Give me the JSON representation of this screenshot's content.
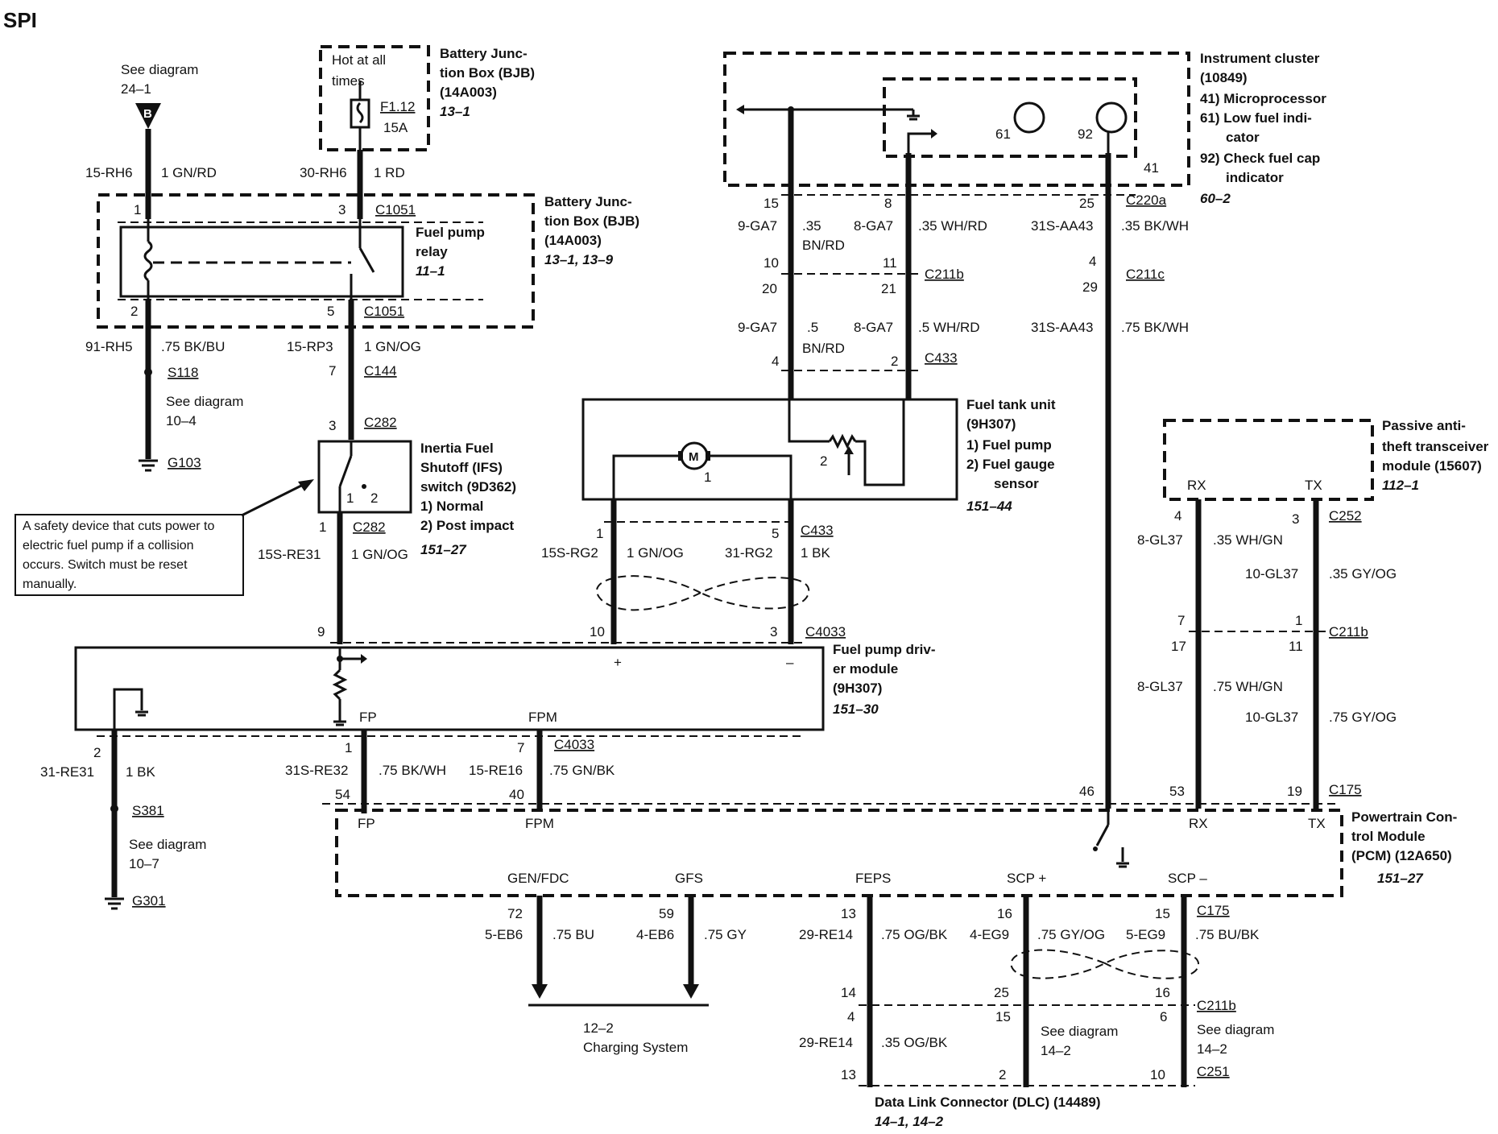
{
  "page_title": "SPI",
  "notes": {
    "safety_device": "A safety device that cuts power to electric fuel pump if a collision occurs. Switch must be reset manually."
  },
  "components": {
    "bjb_top": {
      "hot_text": "Hot at all",
      "hot_text2": "times",
      "fuse": "F1.12",
      "amps": "15A",
      "title1": "Battery Junc-",
      "title2": "tion Box (BJB)",
      "title3": "(14A003)",
      "ref": "13–1"
    },
    "bjb_relay": {
      "title1": "Battery Junc-",
      "title2": "tion Box (BJB)",
      "title3": "(14A003)",
      "ref": "13–1, 13–9",
      "relay1": "Fuel pump",
      "relay2": "relay",
      "relay_ref": "11–1"
    },
    "see_b": {
      "line1": "See diagram",
      "line2": "24–1",
      "letter": "B"
    },
    "ifs": {
      "t1": "Inertia Fuel",
      "t2": "Shutoff (IFS)",
      "t3": "switch (9D362)",
      "t4": "1)   Normal",
      "t5": "2)   Post impact",
      "ref": "151–27"
    },
    "fuel_tank": {
      "t1": "Fuel tank unit",
      "t2": "(9H307)",
      "t3": "1)    Fuel pump",
      "t4": "2)    Fuel gauge",
      "t5": "sensor",
      "ref": "151–44",
      "m": "M"
    },
    "fpdm": {
      "t1": "Fuel pump driv-",
      "t2": "er module",
      "t3": "(9H307)",
      "ref": "151–30",
      "fp": "FP",
      "fpm": "FPM",
      "plus": "+",
      "minus": "–"
    },
    "cluster": {
      "t1": "Instrument cluster",
      "t2": "(10849)",
      "t3": "41) Microprocessor",
      "t4": "61) Low fuel indi-",
      "t5": "cator",
      "t6": "92) Check fuel cap",
      "t7": "indicator",
      "ref": "60–2",
      "p61": "61",
      "p92": "92"
    },
    "pats": {
      "t1": "Passive anti-",
      "t2": "theft transceiver",
      "t3": "module (15607)",
      "ref": "112–1",
      "rx": "RX",
      "tx": "TX"
    },
    "pcm": {
      "t1": "Powertrain Con-",
      "t2": "trol Module",
      "t3": "(PCM) (12A650)",
      "ref": "151–27",
      "fp": "FP",
      "fpm": "FPM",
      "rx": "RX",
      "tx": "TX",
      "gen": "GEN/FDC",
      "gfs": "GFS",
      "feps": "FEPS",
      "scpp": "SCP +",
      "scpm": "SCP –"
    },
    "charging": {
      "t1": "12–2",
      "t2": "Charging System"
    },
    "dlc": {
      "t1": "Data Link Connector (DLC) (14489)",
      "ref": "14–1, 14–2",
      "see1": "See diagram",
      "see1b": "14–2",
      "see2": "See diagram",
      "see2b": "14–2"
    },
    "grounds": {
      "s118": "S118",
      "see10_4a": "See diagram",
      "see10_4b": "10–4",
      "g103": "G103",
      "s381": "S381",
      "see10_7a": "See diagram",
      "see10_7b": "10–7",
      "g301": "G301"
    }
  },
  "labels": {
    "c1051a": "C1051",
    "c1051b": "C1051",
    "c144": "C144",
    "c282a": "C282",
    "c282b": "C282",
    "c433a": "C433",
    "c433b": "C433",
    "c4033a": "C4033",
    "c4033b": "C4033",
    "c220a": "C220a",
    "c211ba": "C211b",
    "c211c": "C211c",
    "c252": "C252",
    "c211bb": "C211b",
    "c175a": "C175",
    "c175b": "C175",
    "c211bc": "C211b",
    "c251": "C251",
    "w1": "15-RH6",
    "w1c": "1 GN/RD",
    "w2": "30-RH6",
    "w2c": "1 RD",
    "w3": "91-RH5",
    "w3c": ".75 BK/BU",
    "w4": "15-RP3",
    "w4c": "1 GN/OG",
    "w5": "15S-RE31",
    "w5c": "1 GN/OG",
    "w6": "15S-RG2",
    "w6c": "1 GN/OG",
    "w7": "31-RG2",
    "w7c": "1 BK",
    "w8": "31-RE31",
    "w8c": "1 BK",
    "w9": "31S-RE32",
    "w9c": ".75 BK/WH",
    "w10": "15-RE16",
    "w10c": ".75 GN/BK",
    "w11": "9-GA7",
    "w11c1": ".35",
    "w11c2": "BN/RD",
    "w12": "8-GA7",
    "w12c": ".35 WH/RD",
    "w13": "31S-AA43",
    "w13c": ".35 BK/WH",
    "w14": "9-GA7",
    "w14c1": ".5",
    "w14c2": "BN/RD",
    "w15": "8-GA7",
    "w15c": ".5 WH/RD",
    "w16": "31S-AA43",
    "w16c": ".75 BK/WH",
    "w17": "8-GL37",
    "w17c": ".35 WH/GN",
    "w18": "10-GL37",
    "w18c": ".35 GY/OG",
    "w19": "8-GL37",
    "w19c": ".75 WH/GN",
    "w20": "10-GL37",
    "w20c": ".75 GY/OG",
    "w21": "5-EB6",
    "w21c": ".75 BU",
    "w22": "4-EB6",
    "w22c": ".75 GY",
    "w23": "29-RE14",
    "w23c": ".75 OG/BK",
    "w24": "4-EG9",
    "w24c": ".75 GY/OG",
    "w25": "5-EG9",
    "w25c": ".75 BU/BK",
    "w26": "29-RE14",
    "w26c": ".35 OG/BK"
  },
  "pins": {
    "p1": "1",
    "p3": "3",
    "p2": "2",
    "p5": "5",
    "p7": "7",
    "p3b": "3",
    "p1b": "1",
    "p9": "9",
    "p2g": "2",
    "p1g": "1",
    "p54": "54",
    "p7g": "7",
    "p40": "40",
    "p10": "10",
    "p3c": "3",
    "p1t": "1",
    "p5t": "5",
    "p15": "15",
    "p10c": "10",
    "p20": "20",
    "p4": "4",
    "p8": "8",
    "p11": "11",
    "p21": "21",
    "p2c": "2",
    "p25": "25",
    "p4c": "4",
    "p29": "29",
    "p41": "41",
    "p46": "46",
    "p4d": "4",
    "p3d": "3",
    "p7d": "7",
    "p1d": "1",
    "p17": "17",
    "p11d": "11",
    "p53": "53",
    "p19": "19",
    "p72": "72",
    "p59": "59",
    "p13": "13",
    "p16": "16",
    "p15b": "15",
    "p14": "14",
    "p25b": "25",
    "p16b": "16",
    "p4e": "4",
    "p15c": "15",
    "p6": "6",
    "p13b": "13",
    "p2e": "2",
    "p10e": "10",
    "pin1": "1",
    "pin2": "2",
    "pin1b": "1",
    "pin2b": "2"
  }
}
